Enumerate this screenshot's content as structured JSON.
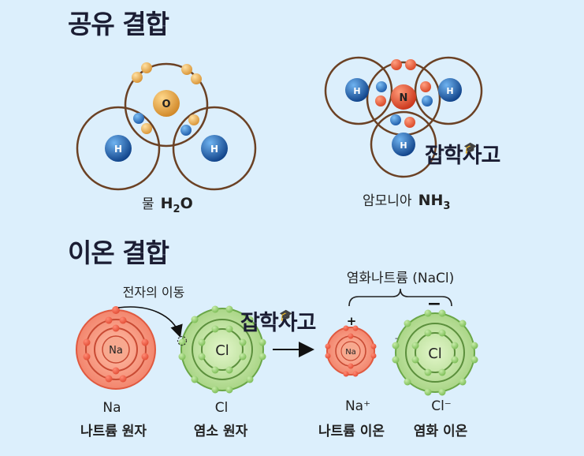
{
  "titles": {
    "covalent": "공유 결합",
    "ionic": "이온 결합"
  },
  "covalent": {
    "water": {
      "label_kor": "물",
      "label_formula": "H",
      "label_sub": "2",
      "label_tail": "O",
      "atoms": {
        "o": "O",
        "h1": "H",
        "h2": "H"
      }
    },
    "ammonia": {
      "label_kor": "암모니아",
      "label_formula": "NH",
      "label_sub": "3",
      "atoms": {
        "n": "N",
        "h1": "H",
        "h2": "H",
        "h3": "H"
      }
    }
  },
  "ionic": {
    "transfer_label": "전자의 이동",
    "compound_label": "염화나트륨 (NaCl)",
    "atoms": {
      "na_atom": {
        "symbol": "Na",
        "caption_symbol": "Na",
        "caption_name": "나트륨 원자"
      },
      "cl_atom": {
        "symbol": "Cl",
        "caption_symbol": "Cl",
        "caption_name": "염소 원자"
      },
      "na_ion": {
        "symbol": "Na",
        "caption_symbol": "Na⁺",
        "caption_name": "나트륨 이온",
        "charge": "+"
      },
      "cl_ion": {
        "symbol": "Cl",
        "caption_symbol": "Cl⁻",
        "caption_name": "염화 이온",
        "charge": "-"
      }
    }
  },
  "watermark": "잡학사고",
  "watermark_cap": "🎓",
  "colors": {
    "background": "#dceffc",
    "oxygen": "#e3a446",
    "hydrogen": "#1f63b4",
    "nitrogen": "#e2502f",
    "sodium": "#f3967e",
    "chlorine": "#a9d685",
    "orbit": "#6b4124"
  }
}
